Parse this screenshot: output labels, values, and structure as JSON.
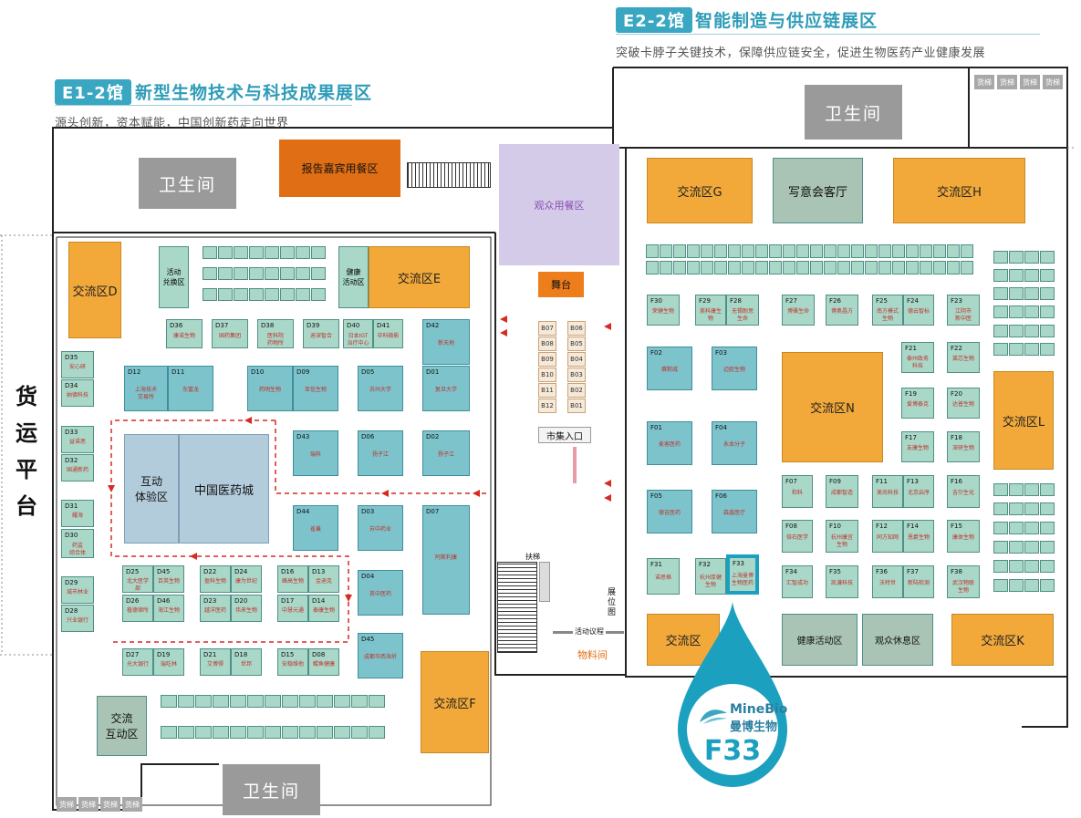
{
  "halls": {
    "e2": {
      "tag": "E2-2馆",
      "title": "智能制造与供应链展区",
      "subtitle": "突破卡脖子关键技术，保障供应链安全，促进生物医药产业健康发展"
    },
    "e1": {
      "tag": "E1-2馆",
      "title": "新型生物技术与科技成果展区",
      "subtitle": "源头创新，资本赋能，中国创新药走向世界"
    }
  },
  "restrooms": {
    "label": "卫生间"
  },
  "elevator_label": "货梯",
  "side_label": "货运平台",
  "zones": {
    "vip_dining": "报告嘉宾用餐区",
    "audience_dining": "观众用餐区",
    "stage": "舞台",
    "market_entry": "市集入口",
    "escalator": "扶梯",
    "activity": "活动议程",
    "materials": "物料间",
    "exhibit_map": "展位图",
    "interactive_exp": "互动\n体验区",
    "china_pharma_city": "中国医药城",
    "health_activity_e1": "健康\n活动区",
    "activity_exchange": "活动\n兑换区",
    "interaction_area": "交流\n互动区",
    "xieyi_lounge": "写意会客厅",
    "health_activity_e2": "健康活动区",
    "audience_rest": "观众休息区"
  },
  "exchange_areas": {
    "D": "交流区D",
    "E": "交流区E",
    "F": "交流区F",
    "G": "交流区G",
    "H": "交流区H",
    "N": "交流区N",
    "L": "交流区L",
    "K": "交流区K",
    "F33zone": "交流区"
  },
  "e1_booths": [
    {
      "code": "D36",
      "name": "康诺生物"
    },
    {
      "code": "D37",
      "name": "国药集团"
    },
    {
      "code": "D38",
      "name": "医科院\n药物所"
    },
    {
      "code": "D39",
      "name": "迪深智合"
    },
    {
      "code": "D40",
      "name": "日本IGT\n治疗中心"
    },
    {
      "code": "D41",
      "name": "中科微影"
    },
    {
      "code": "D42",
      "name": "新天地"
    },
    {
      "code": "D35",
      "name": "安心研"
    },
    {
      "code": "D34",
      "name": "纳德科技"
    },
    {
      "code": "D12",
      "name": "上海技术\n交易所"
    },
    {
      "code": "D11",
      "name": "东富龙"
    },
    {
      "code": "D10",
      "name": "药明生物"
    },
    {
      "code": "D09",
      "name": "亚信生物"
    },
    {
      "code": "D05",
      "name": "苏州大学"
    },
    {
      "code": "D01",
      "name": "复旦大学"
    },
    {
      "code": "D33",
      "name": "益诺思"
    },
    {
      "code": "D32",
      "name": "国通新药"
    },
    {
      "code": "D43",
      "name": "瑞科"
    },
    {
      "code": "D06",
      "name": "扬子江"
    },
    {
      "code": "D02",
      "name": "扬子江"
    },
    {
      "code": "D31",
      "name": "耀海"
    },
    {
      "code": "D30",
      "name": "药监\n综合体"
    },
    {
      "code": "D44",
      "name": "雀巢"
    },
    {
      "code": "D03",
      "name": "苏中药业"
    },
    {
      "code": "D07",
      "name": "阿斯利康"
    },
    {
      "code": "D29",
      "name": "城市林业"
    },
    {
      "code": "D28",
      "name": "兴业银行"
    },
    {
      "code": "D04",
      "name": "英中医药"
    },
    {
      "code": "D45",
      "name": "成都华西海圻"
    },
    {
      "code": "D25",
      "name": "北大医学部"
    },
    {
      "code": "D45",
      "name": "百英生物"
    },
    {
      "code": "D22",
      "name": "盈科生物"
    },
    {
      "code": "D24",
      "name": "康为世纪"
    },
    {
      "code": "D16",
      "name": "峰高生物"
    },
    {
      "code": "D13",
      "name": "金迪克"
    },
    {
      "code": "D26",
      "name": "植德律所"
    },
    {
      "code": "D46",
      "name": "海江生物"
    },
    {
      "code": "D23",
      "name": "越洋医药"
    },
    {
      "code": "D20",
      "name": "伟来生物"
    },
    {
      "code": "D17",
      "name": "中慧元通"
    },
    {
      "code": "D14",
      "name": "泰康生物"
    },
    {
      "code": "D27",
      "name": "光大银行"
    },
    {
      "code": "D19",
      "name": "瑞吃林"
    },
    {
      "code": "D21",
      "name": "艾博得"
    },
    {
      "code": "D18",
      "name": "世邦"
    },
    {
      "code": "D15",
      "name": "安稳维他"
    },
    {
      "code": "D08",
      "name": "鲲鱼健康"
    }
  ],
  "e2_booths": [
    {
      "code": "F30",
      "name": "荣健生物"
    },
    {
      "code": "F29",
      "name": "美科康生物"
    },
    {
      "code": "F28",
      "name": "无锡耐思\n生命"
    },
    {
      "code": "F27",
      "name": "博雅生命"
    },
    {
      "code": "F26",
      "name": "博奥晶方"
    },
    {
      "code": "F25",
      "name": "南方模式\n生物"
    },
    {
      "code": "F24",
      "name": "德云智标"
    },
    {
      "code": "F23",
      "name": "江阴市\n新中医"
    },
    {
      "code": "F02",
      "name": "赛默威"
    },
    {
      "code": "F03",
      "name": "迈欧生物"
    },
    {
      "code": "F21",
      "name": "泰州政务\n科技"
    },
    {
      "code": "F22",
      "name": "莱芯生物"
    },
    {
      "code": "F19",
      "name": "爱博泰克"
    },
    {
      "code": "F20",
      "name": "达普生物"
    },
    {
      "code": "F01",
      "name": "麦客医药"
    },
    {
      "code": "F04",
      "name": "永本分子"
    },
    {
      "code": "F17",
      "name": "友康生物"
    },
    {
      "code": "F18",
      "name": "深研生物"
    },
    {
      "code": "F07",
      "name": "和科"
    },
    {
      "code": "F09",
      "name": "成都智造"
    },
    {
      "code": "F11",
      "name": "美尚科技"
    },
    {
      "code": "F13",
      "name": "北京启序"
    },
    {
      "code": "F16",
      "name": "吉尔生化"
    },
    {
      "code": "F05",
      "name": "德吉医药"
    },
    {
      "code": "F06",
      "name": "森鑫医疗"
    },
    {
      "code": "F08",
      "name": "倍石医学"
    },
    {
      "code": "F10",
      "name": "杭州康宜\n生物"
    },
    {
      "code": "F12",
      "name": "同方知网"
    },
    {
      "code": "F14",
      "name": "恩爵生物"
    },
    {
      "code": "F15",
      "name": "康体生物"
    },
    {
      "code": "F31",
      "name": "诺思格"
    },
    {
      "code": "F32",
      "name": "杭州厚健\n生物"
    },
    {
      "code": "F33",
      "name": "上海曼博\n生物医药"
    },
    {
      "code": "F34",
      "name": "汇智成功"
    },
    {
      "code": "F35",
      "name": "凯谦科技"
    },
    {
      "code": "F36",
      "name": "沃特世"
    },
    {
      "code": "F37",
      "name": "新陆检测"
    },
    {
      "code": "F38",
      "name": "武汉物联\n生物"
    }
  ],
  "market_booths": [
    "B07",
    "B06",
    "B08",
    "B05",
    "B09",
    "B04",
    "B10",
    "B03",
    "B11",
    "B02",
    "B12",
    "B01"
  ],
  "highlight": {
    "brand_en": "MineBio",
    "brand_cn": "曼博生物",
    "booth": "F33"
  },
  "colors": {
    "accent": "#3aa7c2",
    "exchange": "#f2a93a",
    "booth": "#a9d8c9",
    "booth_teal": "#7dc3cc",
    "route": "#d62a23"
  }
}
